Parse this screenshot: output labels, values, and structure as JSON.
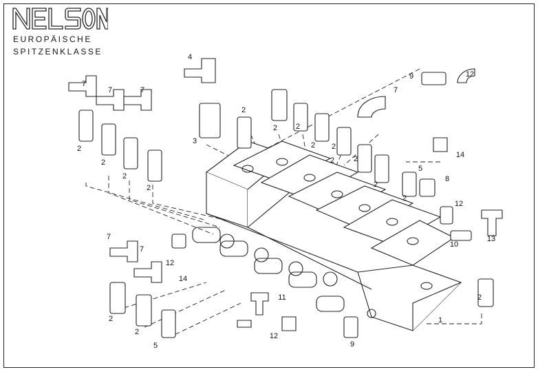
{
  "brand": {
    "logo_text": "NELSON",
    "tagline_line1": "EUROPÄISCHE",
    "tagline_line2": "SPITZENKLASSE"
  },
  "labels": [
    "7",
    "7",
    "7",
    "4",
    "2",
    "2",
    "2",
    "2",
    "2",
    "2",
    "2",
    "9",
    "12",
    "7",
    "2",
    "2",
    "2",
    "2",
    "3",
    "2",
    "14",
    "5",
    "8",
    "2",
    "12",
    "12",
    "7",
    "7",
    "14",
    "10",
    "13",
    "11",
    "2",
    "2",
    "5",
    "12",
    "9",
    "1",
    "2"
  ]
}
